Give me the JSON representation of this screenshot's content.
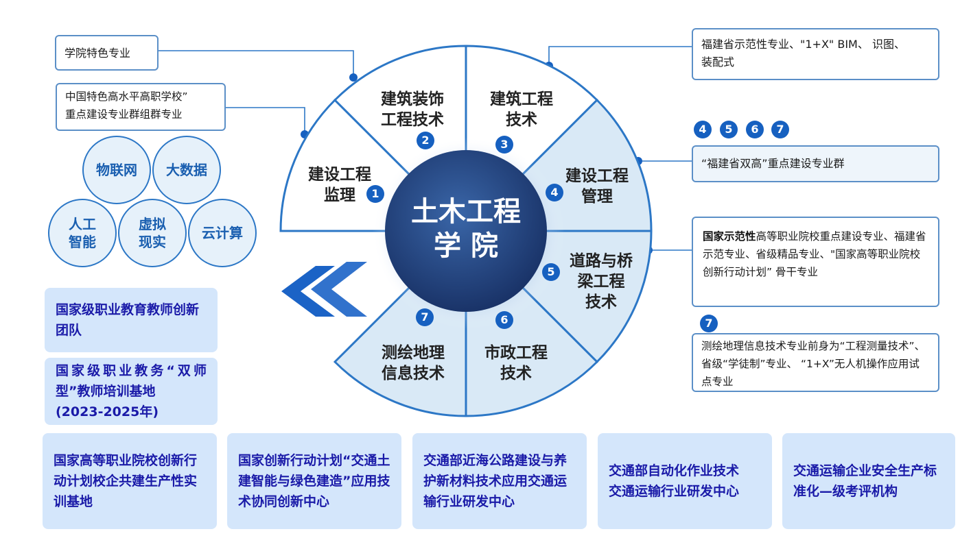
{
  "center": {
    "line1": "土木工程",
    "line2": "学 院"
  },
  "segments": [
    {
      "label": "建设工程\n监理",
      "badge": "1"
    },
    {
      "label": "建筑装饰\n工程技术",
      "badge": "2"
    },
    {
      "label": "建筑工程\n技术",
      "badge": "3"
    },
    {
      "label": "建设工程\n管理",
      "badge": "4"
    },
    {
      "label": "道路与桥\n梁工程\n技术",
      "badge": "5"
    },
    {
      "label": "市政工程\n技术",
      "badge": "6"
    },
    {
      "label": "测绘地理\n信息技术",
      "badge": "7"
    }
  ],
  "notes": {
    "featured": "学院特色专业",
    "high_level": "中国特色高水平高职学校”\n重点建设专业群组群专业",
    "fujian_demo": "福建省示范性专业、\"1+X\" BIM、 识图、\n装配式",
    "shuanggao": "“福建省双高”重点建设专业群",
    "shuanggao_badges": [
      "4",
      "5",
      "6",
      "7"
    ],
    "national_bold": "国家示范性",
    "national_rest": "高等职业院校重点建设专业、福建省示范专业、省级精品专业、\"国家高等职业院校创新行动计划” 骨干专业",
    "survey_badge": "7",
    "survey": "测绘地理信息技术专业前身为“工程测量技术”、省级“学徒制”专业、 “1+X”无人机操作应用试点专业"
  },
  "tech": [
    "物联网",
    "大数据",
    "人工\n智能",
    "虚拟\n现实",
    "云计算"
  ],
  "cards_left": [
    "国家级职业教育教师创新团队",
    "国家级职业教务“双师型”教师培训基地\n(2023-2025年)"
  ],
  "cards_bottom": [
    "国家高等职业院校创新行动计划校企共建生产性实训基地",
    "国家创新行动计划“交通土建智能与绿色建造”应用技术协同创新中心",
    "交通部近海公路建设与养护新材料技术应用交通运输行业研发中心",
    "交通部自动化作业技术\n交通运输行业研发中心",
    "交通运输企业安全生产标准化—级考评机构"
  ],
  "colors": {
    "accent": "#1660c0",
    "card": "#d4e6fb",
    "ring": "#2c77c6",
    "center": "#1e3f7a"
  }
}
